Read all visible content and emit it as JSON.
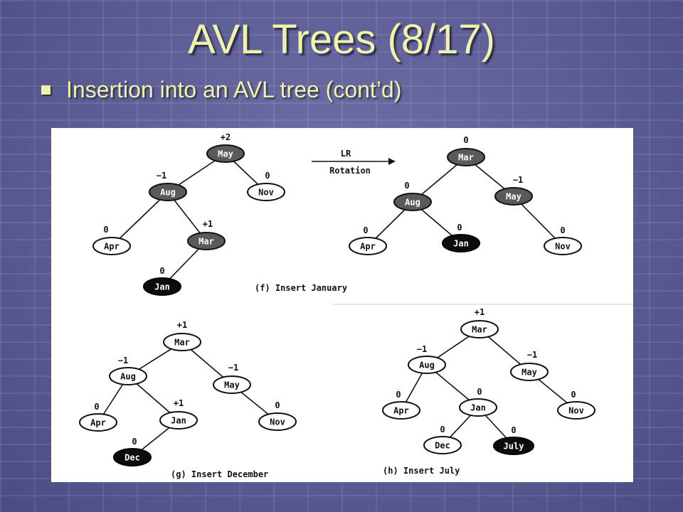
{
  "slide": {
    "title": "AVL Trees (8/17)",
    "bullet": "Insertion into an AVL tree (cont’d)"
  },
  "rotation": {
    "line1": "LR",
    "line2": "Rotation"
  },
  "captions": {
    "f": "(f) Insert January",
    "g": "(g) Insert December",
    "h": "(h) Insert July"
  },
  "diagrams": [
    {
      "id": "f-before",
      "nodes": [
        {
          "key": "may",
          "label": "May",
          "bf": "+2",
          "style": "dark"
        },
        {
          "key": "aug",
          "label": "Aug",
          "bf": "−1",
          "style": "dark"
        },
        {
          "key": "nov",
          "label": "Nov",
          "bf": "0",
          "style": "light"
        },
        {
          "key": "apr",
          "label": "Apr",
          "bf": "0",
          "style": "light"
        },
        {
          "key": "mar",
          "label": "Mar",
          "bf": "+1",
          "style": "dark"
        },
        {
          "key": "jan",
          "label": "Jan",
          "bf": "0",
          "style": "black"
        }
      ],
      "edges": [
        [
          "may",
          "aug"
        ],
        [
          "may",
          "nov"
        ],
        [
          "aug",
          "apr"
        ],
        [
          "aug",
          "mar"
        ],
        [
          "mar",
          "jan"
        ]
      ]
    },
    {
      "id": "f-after",
      "nodes": [
        {
          "key": "mar",
          "label": "Mar",
          "bf": "0",
          "style": "dark"
        },
        {
          "key": "aug",
          "label": "Aug",
          "bf": "0",
          "style": "dark"
        },
        {
          "key": "may",
          "label": "May",
          "bf": "−1",
          "style": "dark"
        },
        {
          "key": "apr",
          "label": "Apr",
          "bf": "0",
          "style": "light"
        },
        {
          "key": "jan",
          "label": "Jan",
          "bf": "0",
          "style": "black"
        },
        {
          "key": "nov",
          "label": "Nov",
          "bf": "0",
          "style": "light"
        }
      ],
      "edges": [
        [
          "mar",
          "aug"
        ],
        [
          "mar",
          "may"
        ],
        [
          "aug",
          "apr"
        ],
        [
          "aug",
          "jan"
        ],
        [
          "may",
          "nov"
        ]
      ]
    },
    {
      "id": "g",
      "nodes": [
        {
          "key": "mar",
          "label": "Mar",
          "bf": "+1",
          "style": "light"
        },
        {
          "key": "aug",
          "label": "Aug",
          "bf": "−1",
          "style": "light"
        },
        {
          "key": "may",
          "label": "May",
          "bf": "−1",
          "style": "light"
        },
        {
          "key": "apr",
          "label": "Apr",
          "bf": "0",
          "style": "light"
        },
        {
          "key": "jan",
          "label": "Jan",
          "bf": "+1",
          "style": "light"
        },
        {
          "key": "nov",
          "label": "Nov",
          "bf": "0",
          "style": "light"
        },
        {
          "key": "dec",
          "label": "Dec",
          "bf": "0",
          "style": "black"
        }
      ],
      "edges": [
        [
          "mar",
          "aug"
        ],
        [
          "mar",
          "may"
        ],
        [
          "aug",
          "apr"
        ],
        [
          "aug",
          "jan"
        ],
        [
          "may",
          "nov"
        ],
        [
          "jan",
          "dec"
        ]
      ]
    },
    {
      "id": "h",
      "nodes": [
        {
          "key": "mar",
          "label": "Mar",
          "bf": "+1",
          "style": "light"
        },
        {
          "key": "aug",
          "label": "Aug",
          "bf": "−1",
          "style": "light"
        },
        {
          "key": "may",
          "label": "May",
          "bf": "−1",
          "style": "light"
        },
        {
          "key": "apr",
          "label": "Apr",
          "bf": "0",
          "style": "light"
        },
        {
          "key": "jan",
          "label": "Jan",
          "bf": "0",
          "style": "light"
        },
        {
          "key": "nov",
          "label": "Nov",
          "bf": "0",
          "style": "light"
        },
        {
          "key": "dec",
          "label": "Dec",
          "bf": "0",
          "style": "light"
        },
        {
          "key": "july",
          "label": "July",
          "bf": "0",
          "style": "black"
        }
      ],
      "edges": [
        [
          "mar",
          "aug"
        ],
        [
          "mar",
          "may"
        ],
        [
          "aug",
          "apr"
        ],
        [
          "aug",
          "jan"
        ],
        [
          "may",
          "nov"
        ],
        [
          "jan",
          "dec"
        ],
        [
          "jan",
          "july"
        ]
      ]
    }
  ],
  "colors": {
    "background": "#5b5d94",
    "title": "#f0f2a8",
    "node_dark": "#5a5a5a",
    "node_black": "#0c0c0c"
  }
}
